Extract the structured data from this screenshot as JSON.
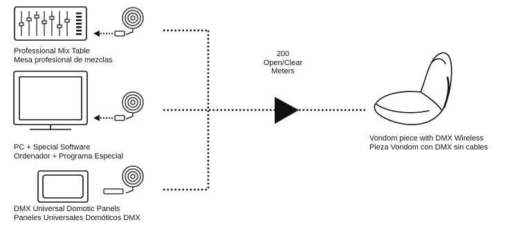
{
  "sources": [
    {
      "line1": "Professional Mix Table",
      "line2": "Mesa profesional de mezclas",
      "icon": "mixing-console-icon"
    },
    {
      "line1": "PC + Special Software",
      "line2": "Ordenador + Programa Especial",
      "icon": "computer-monitor-icon"
    },
    {
      "line1": "DMX Universal Domotic Panels",
      "line2": "Paneles Universales Domóticos DMX",
      "icon": "wall-panel-icon"
    }
  ],
  "transmitter_icon": "wireless-transmitter-icon",
  "range": {
    "line1": "200",
    "line2": "Open/Clear",
    "line3": "Meters"
  },
  "target": {
    "line1": "Vondom piece with DMX Wireless",
    "line2": "Pieza Vondom con DMX sin cables",
    "icon": "lounge-chair-icon"
  },
  "colors": {
    "stroke": "#111111",
    "background": "#ffffff"
  }
}
